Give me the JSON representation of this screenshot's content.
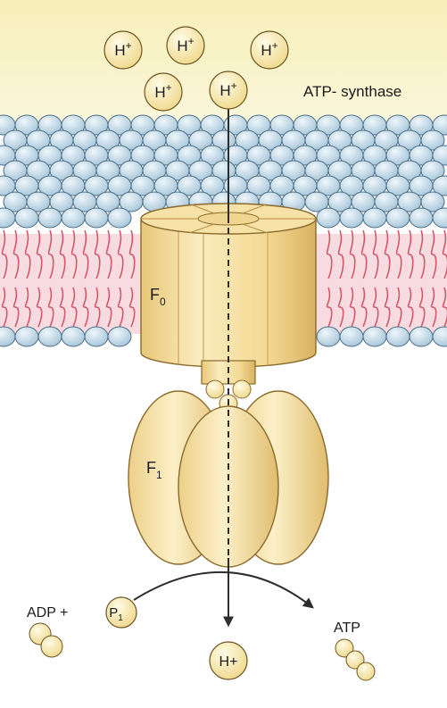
{
  "title": "ATP- synthase",
  "protons_top": [
    "H+",
    "H+",
    "H+",
    "H+",
    "H+"
  ],
  "proton_bottom": "H+",
  "subunits": {
    "f0": {
      "letter": "F",
      "sub": "0"
    },
    "f1": {
      "letter": "F",
      "sub": "1"
    }
  },
  "reaction": {
    "adp_plus": "ADP +",
    "pi_letter": "P",
    "pi_sub": "1",
    "product": "ATP"
  },
  "colors": {
    "sky": "#f7efb8",
    "head_fill": "#c8dde9",
    "head_stroke": "#4c6f88",
    "lipid_tail": "#d0596a",
    "core_pink": "#f8dbe0",
    "protein_light": "#fbecc0",
    "protein_mid": "#f1d58a",
    "protein_dark": "#d8b262",
    "outline": "#8a6a2c",
    "arrow": "#2d2d2d"
  }
}
